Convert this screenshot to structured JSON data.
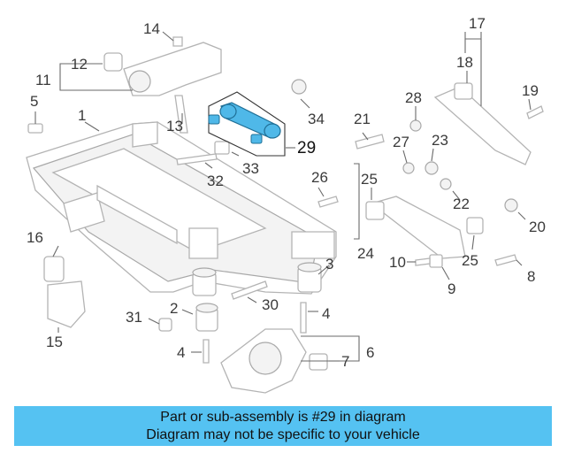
{
  "callouts": {
    "c1": "1",
    "c2": "2",
    "c3": "3",
    "c4a": "4",
    "c4b": "4",
    "c5": "5",
    "c6": "6",
    "c7": "7",
    "c8": "8",
    "c9": "9",
    "c10": "10",
    "c11": "11",
    "c12": "12",
    "c13": "13",
    "c14": "14",
    "c15": "15",
    "c16": "16",
    "c17": "17",
    "c18": "18",
    "c19": "19",
    "c20": "20",
    "c21": "21",
    "c22": "22",
    "c23": "23",
    "c24": "24",
    "c25a": "25",
    "c25b": "25",
    "c26": "26",
    "c27": "27",
    "c28": "28",
    "c29": "29",
    "c30": "30",
    "c31": "31",
    "c32": "32",
    "c33": "33",
    "c34": "34"
  },
  "highlight": {
    "part_number": "29",
    "color": "#4fb8e8"
  },
  "banner": {
    "line1": "Part or sub-assembly is #29 in diagram",
    "line2": "Diagram may not be specific to your vehicle",
    "color": "#55c2f2"
  }
}
